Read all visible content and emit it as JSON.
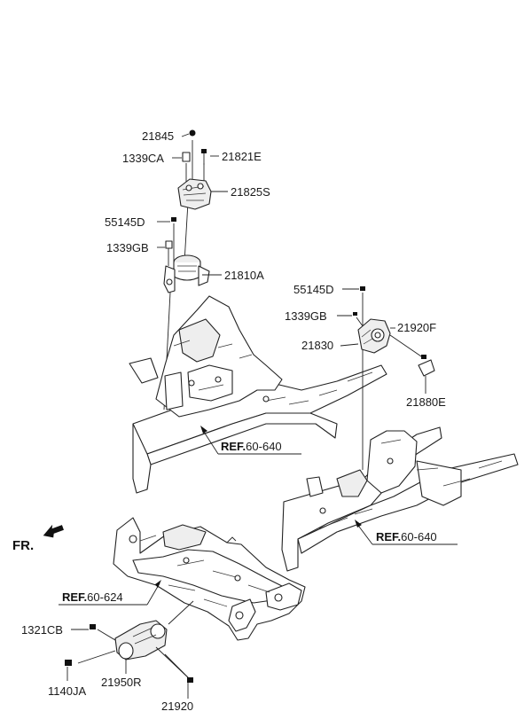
{
  "labels": {
    "p21845": "21845",
    "p1339CA": "1339CA",
    "p21821E": "21821E",
    "p21825S": "21825S",
    "p55145D_a": "55145D",
    "p1339GB_a": "1339GB",
    "p21810A": "21810A",
    "p55145D_b": "55145D",
    "p1339GB_b": "1339GB",
    "p21830": "21830",
    "p21920F": "21920F",
    "p21880E": "21880E",
    "p1321CB": "1321CB",
    "p1140JA": "1140JA",
    "p21950R": "21950R",
    "p21920": "21920"
  },
  "refs": {
    "ref1_bold": "REF.",
    "ref1_num": "60-640",
    "ref2_bold": "REF.",
    "ref2_num": "60-640",
    "ref3_bold": "REF.",
    "ref3_num": "60-624"
  },
  "direction": {
    "label": "FR."
  }
}
